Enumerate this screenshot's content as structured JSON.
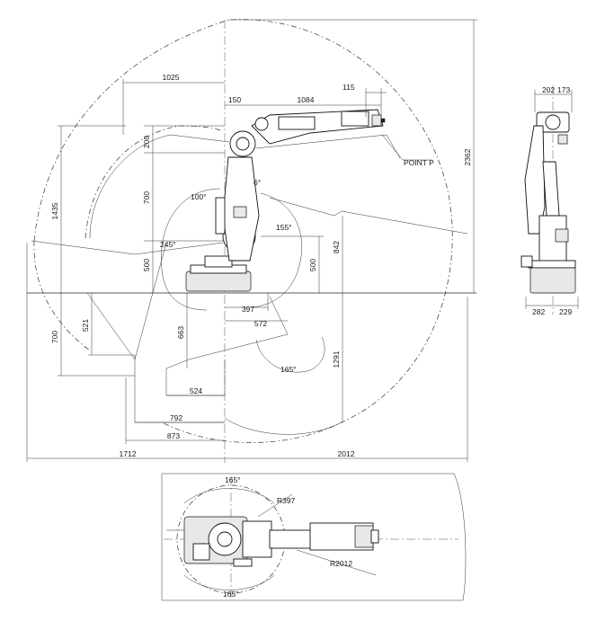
{
  "side_view": {
    "dims_top": {
      "d1025": "1025",
      "d150": "150",
      "d1084": "1084",
      "d115": "115"
    },
    "dims_left": {
      "d200": "200",
      "d700": "700",
      "d1435": "1435",
      "d500": "500",
      "d700b": "700",
      "d521": "521"
    },
    "dims_right": {
      "d2362": "2362",
      "d842": "842",
      "d500": "500",
      "d1291": "1291"
    },
    "dims_bottom": {
      "d397": "397",
      "d572": "572",
      "d663": "663",
      "d524": "524",
      "d792": "792",
      "d873": "873",
      "d1712": "1712",
      "d2012": "2012"
    },
    "angles": {
      "a100": "100°",
      "a6": "6°",
      "a155": "155°",
      "a245": "245°",
      "a165": "165°"
    },
    "point_label": "POINT P"
  },
  "front_view": {
    "dims": {
      "d202": "202",
      "d173": "173",
      "d282": "282",
      "d229": "229"
    }
  },
  "top_view": {
    "angles": {
      "top": "165°",
      "bottom": "165°"
    },
    "radii": {
      "r397": "R397",
      "r2012": "R2012"
    }
  }
}
